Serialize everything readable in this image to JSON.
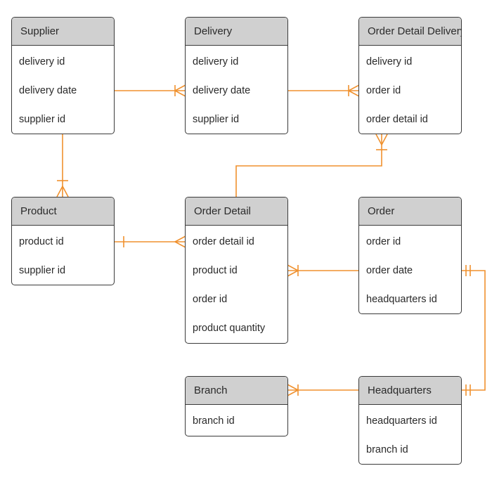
{
  "diagram": {
    "line_color": "#f0912e",
    "header_color": "#d0d0d0",
    "border_color": "#3a3a3a",
    "entities": {
      "supplier": {
        "title": "Supplier",
        "fields": [
          "delivery id",
          "delivery date",
          "supplier id"
        ]
      },
      "delivery": {
        "title": "Delivery",
        "fields": [
          "delivery id",
          "delivery date",
          "supplier id"
        ]
      },
      "order_detail_delivery": {
        "title": "Order Detail Delivery",
        "fields": [
          "delivery id",
          "order id",
          "order detail id"
        ]
      },
      "product": {
        "title": "Product",
        "fields": [
          "product id",
          "supplier id"
        ]
      },
      "order_detail": {
        "title": "Order Detail",
        "fields": [
          "order detail id",
          "product id",
          "order id",
          "product quantity"
        ]
      },
      "order": {
        "title": "Order",
        "fields": [
          "order id",
          "order date",
          "headquarters id"
        ]
      },
      "branch": {
        "title": "Branch",
        "fields": [
          "branch id"
        ]
      },
      "headquarters": {
        "title": "Headquarters",
        "fields": [
          "headquarters id",
          "branch id"
        ]
      }
    }
  }
}
